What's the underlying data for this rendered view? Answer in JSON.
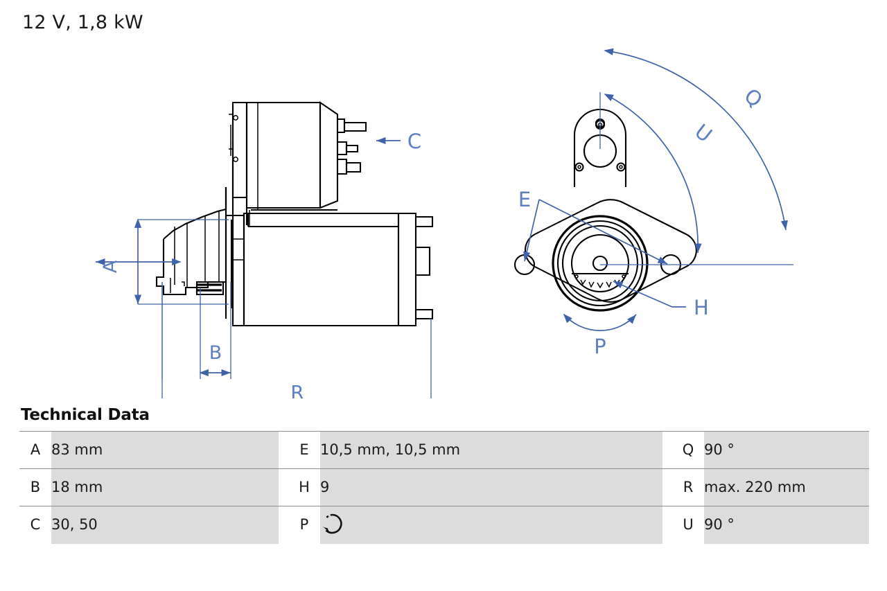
{
  "title": "12 V, 1,8 kW",
  "technical_data": {
    "heading": "Technical Data",
    "columns": [
      {
        "rows": [
          {
            "key": "A",
            "value": "83 mm"
          },
          {
            "key": "B",
            "value": "18 mm"
          },
          {
            "key": "C",
            "value": "30, 50"
          }
        ]
      },
      {
        "rows": [
          {
            "key": "E",
            "value": "10,5 mm, 10,5 mm"
          },
          {
            "key": "H",
            "value": "9"
          },
          {
            "key": "P",
            "value": "",
            "icon": "rotation-counterclockwise-icon"
          }
        ]
      },
      {
        "rows": [
          {
            "key": "Q",
            "value": "90 °"
          },
          {
            "key": "R",
            "value": "max. 220 mm"
          },
          {
            "key": "U",
            "value": "90 °"
          }
        ]
      }
    ]
  },
  "drawing": {
    "side_view_labels": {
      "a": "A",
      "b": "B",
      "c": "C",
      "r": "R"
    },
    "front_view_labels": {
      "e": "E",
      "h": "H",
      "p": "P",
      "u": "U",
      "q": "Q"
    }
  },
  "colors": {
    "dimension_blue": "#3e63ab",
    "outline_black": "#000000",
    "table_value_bg": "#dcdcdc",
    "table_rule": "#8d8d8d",
    "page_bg": "#ffffff"
  }
}
